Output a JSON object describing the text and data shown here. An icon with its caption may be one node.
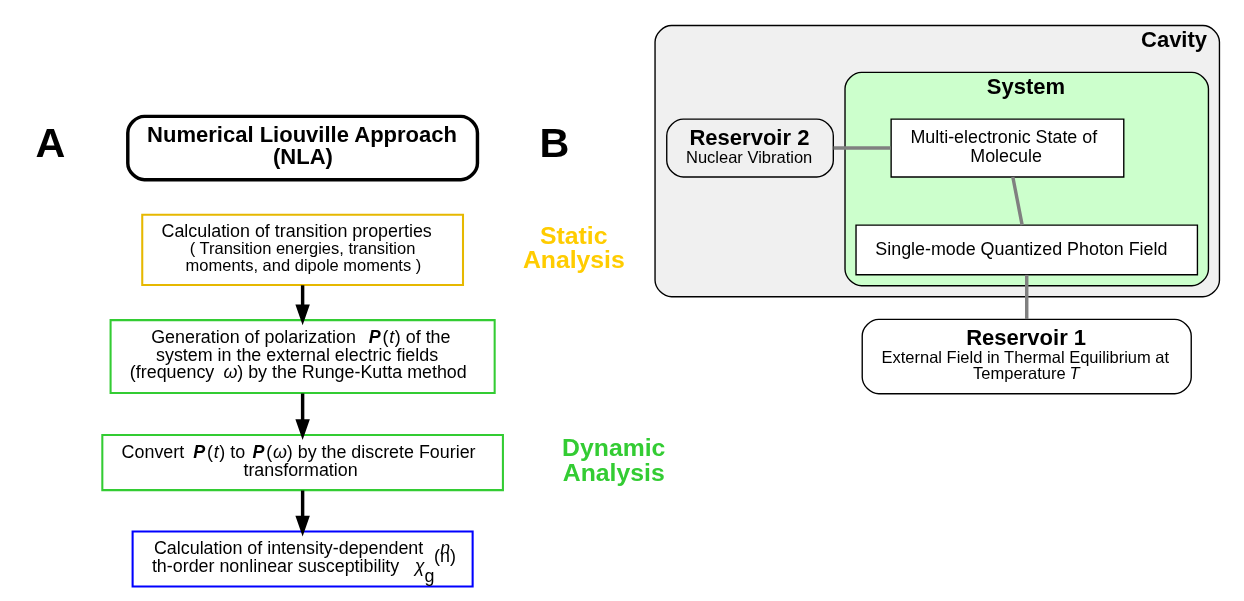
{
  "diagram": {
    "nodes": [
      {
        "text": [
          "Numerical Liouville Approach (NLA)"
        ]
      },
      {
        "text": [
          "Calculation of transition properties",
          "( Transition energies, transition moments, and dipole moments )"
        ],
        "beside": [
          "Static Analysis"
        ]
      },
      {
        "text": [
          "Generation of polarization **P**(*t*) of the system in the external electric fields (frequency *ω*) by the Runge-Kutta method"
        ]
      },
      {
        "text": [
          "Convert **P**(*t*) to **P**(*ω*) by the discrete Fourier transformation"
        ]
      },
      {
        "text": [
          "Calculation of intensity-dependent *n* th-order nonlinear susceptibility *χ*$_{g}$$^{(n)}$"
        ]
      },
      {
        "text": [
          "Cavity"
        ]
      },
      {
        "text": [
          "System"
        ],
        "in": 5
      },
      {
        "text": [
          "Multi-electronic State of Molecule"
        ],
        "in": 6
      },
      {
        "text": [
          "Single-mode Quantized Photon Field"
        ],
        "in": 6
      },
      {
        "text": [
          "Reservoir 2",
          "Nuclear Vibration"
        ],
        "in": 5
      },
      {
        "text": [
          "Reservoir 1",
          "External Field in Thermal Equilibrium at Temperature *T*"
        ]
      }
    ],
    "edges": [
      {
        "from": 1,
        "to": 2,
        "arrow": "to"
      },
      {
        "from": 2,
        "to": 3,
        "arrow": "to"
      },
      {
        "from": 3,
        "to": 4,
        "arrow": "to"
      },
      {
        "from": 7,
        "to": 9,
        "arrow": "none",
        "color": "#808080"
      },
      {
        "from": 7,
        "to": 8,
        "arrow": "none",
        "color": "#808080"
      },
      {
        "from": 8,
        "to": 10,
        "arrow": "none",
        "color": "#808080"
      }
    ],
    "labels": [
      "A",
      "B",
      "Dynamic Analysis"
    ]
  }
}
